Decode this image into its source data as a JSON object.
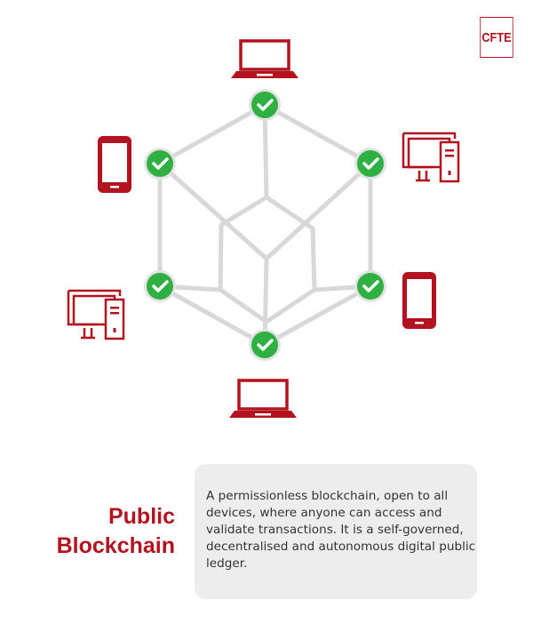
{
  "logo": {
    "text": "CFTE"
  },
  "title": {
    "line1": "Public",
    "line2": "Blockchain"
  },
  "description": "A permissionless blockchain, open to all devices, where anyone can access and validate transactions. It is a self-governed, decentralised and autonomous digital public ledger.",
  "colors": {
    "brand": "#b3121f",
    "node": "#2eb043",
    "edge": "#d8d8d8",
    "box": "#ededed"
  },
  "nodes": [
    {
      "id": "top",
      "device": "laptop-icon"
    },
    {
      "id": "upper-left",
      "device": "phone-icon"
    },
    {
      "id": "upper-right",
      "device": "desktop-icon"
    },
    {
      "id": "lower-left",
      "device": "desktop-icon"
    },
    {
      "id": "lower-right",
      "device": "phone-icon"
    },
    {
      "id": "bottom",
      "device": "laptop-icon"
    }
  ]
}
